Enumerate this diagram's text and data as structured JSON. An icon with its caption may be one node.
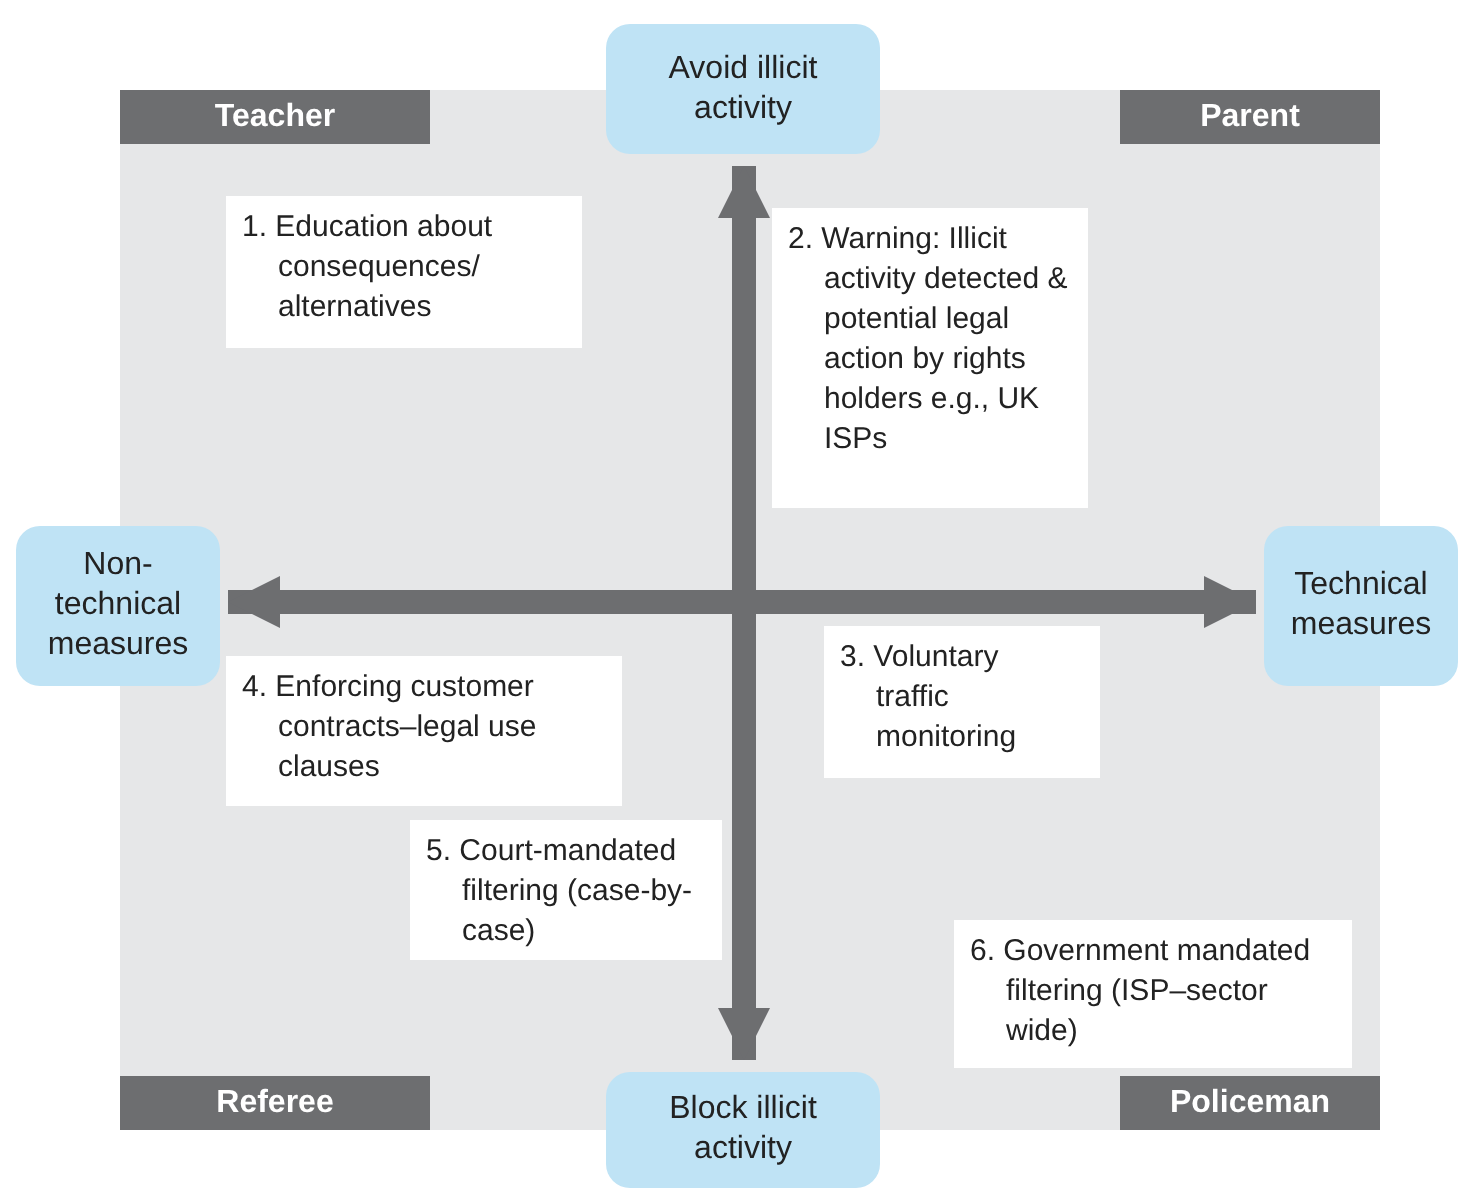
{
  "diagram": {
    "nodes": [
      {
        "text": [
          "Avoid illicit activity"
        ]
      },
      {
        "text": [
          "Teacher"
        ]
      },
      {
        "text": [
          "Parent"
        ]
      },
      {
        "text": [
          "1. Education about consequences/ alternatives"
        ]
      },
      {
        "text": [
          "2. Warning: Illicit activity detected & potential legal action by rights holders e.g., UK ISPs"
        ]
      },
      {
        "text": [
          "Non-technical measures"
        ]
      },
      {
        "text": [
          "Technical measures"
        ]
      },
      {
        "text": [
          "3. Voluntary traffic monitoring"
        ]
      },
      {
        "text": [
          "4. Enforcing customer contracts–legal use clauses"
        ]
      },
      {
        "text": [
          "5. Court-mandated filtering (case-by-case)"
        ]
      },
      {
        "text": [
          "6. Government mandated filtering (ISP–sector wide)"
        ]
      },
      {
        "text": [
          "Referee"
        ]
      },
      {
        "text": [
          "Block illicit activity"
        ]
      },
      {
        "text": [
          "Policeman"
        ]
      }
    ],
    "edges": [
      {
        "from": 12,
        "to": 0,
        "arrow": "both"
      },
      {
        "from": 5,
        "to": 6,
        "arrow": "both"
      }
    ]
  }
}
